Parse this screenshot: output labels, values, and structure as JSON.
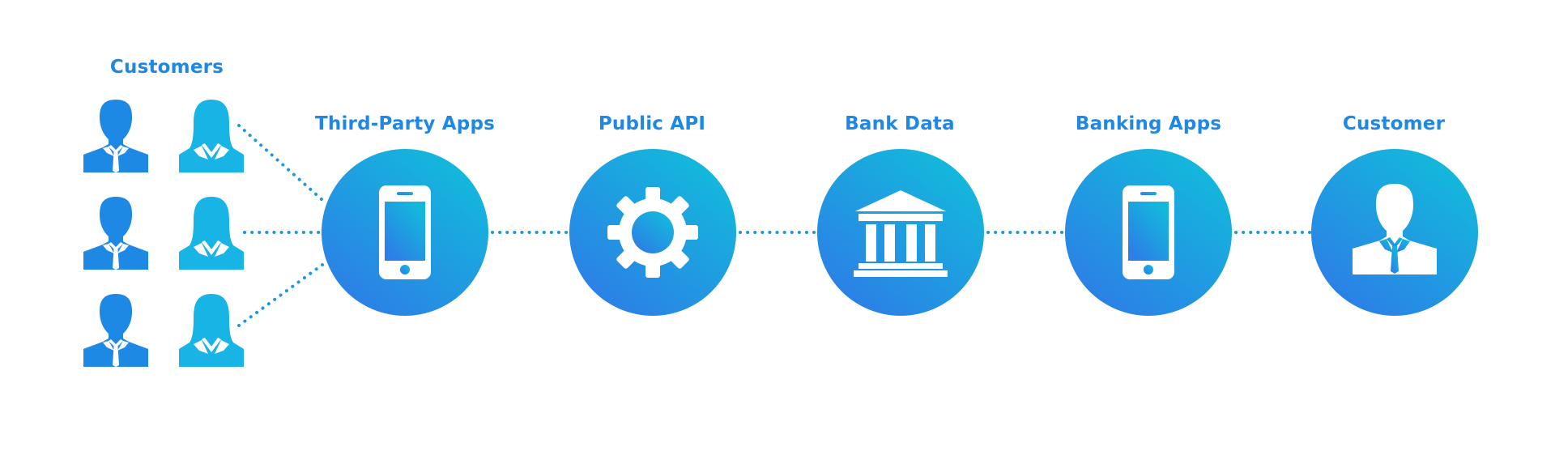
{
  "customers_group": {
    "title": "Customers",
    "rows": [
      [
        "man",
        "woman"
      ],
      [
        "man",
        "woman"
      ],
      [
        "man",
        "woman"
      ]
    ]
  },
  "nodes": [
    {
      "id": "third-party-apps",
      "label": "Third-Party Apps",
      "icon": "smartphone-icon"
    },
    {
      "id": "public-api",
      "label": "Public API",
      "icon": "gear-icon"
    },
    {
      "id": "bank-data",
      "label": "Bank Data",
      "icon": "bank-building-icon"
    },
    {
      "id": "banking-apps",
      "label": "Banking Apps",
      "icon": "smartphone-icon"
    },
    {
      "id": "customer",
      "label": "Customer",
      "icon": "businessman-icon"
    }
  ],
  "colors": {
    "label_blue": "#1f88e5",
    "man_icon": "#1e88e5",
    "woman_icon": "#18b4e6",
    "circle_gradient_top": "#13b9dc",
    "circle_gradient_bottom": "#2c7fe6",
    "connector_dots": "#2196e0"
  }
}
